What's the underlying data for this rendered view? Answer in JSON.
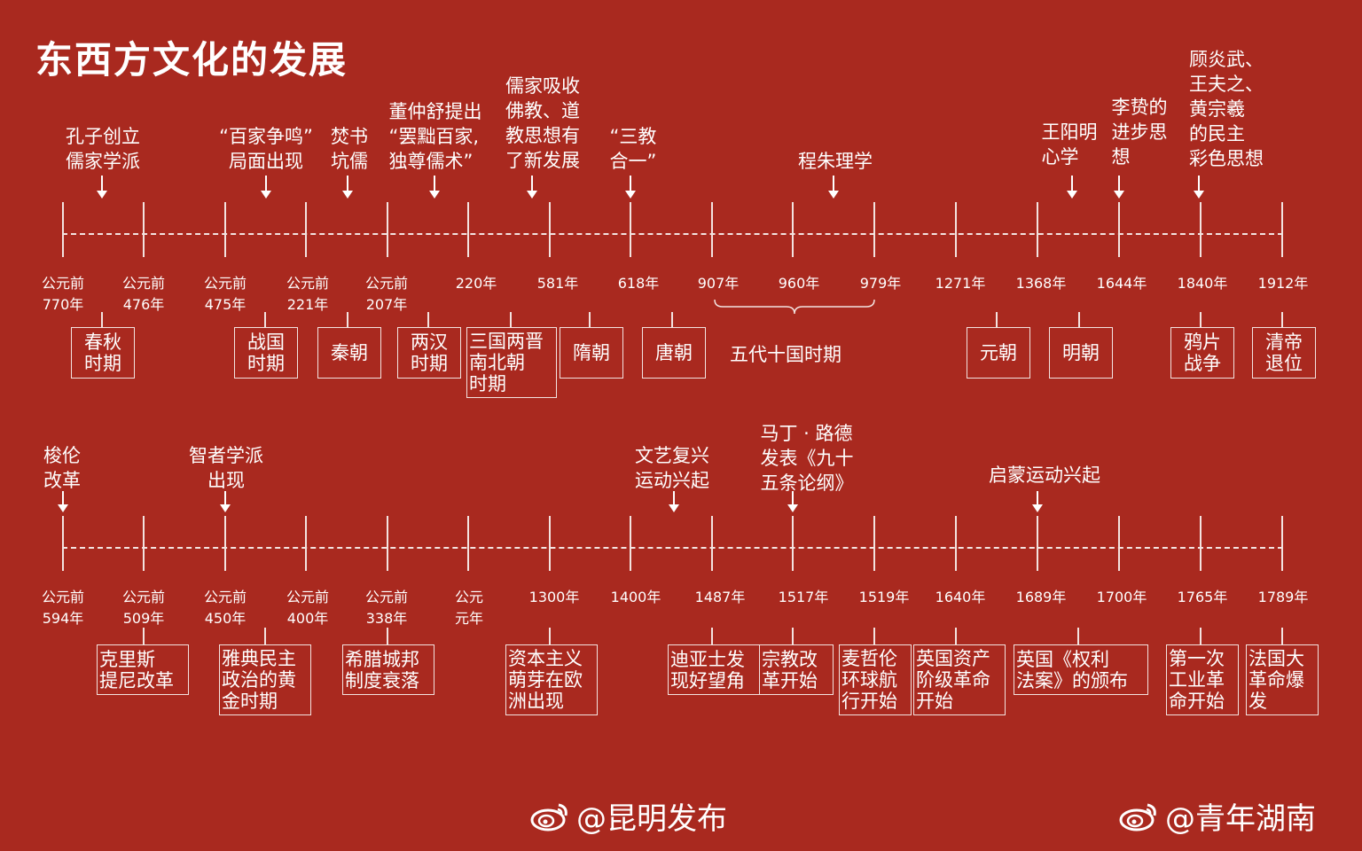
{
  "title": "东西方文化的发展",
  "east": {
    "events": [
      {
        "text": "孔子创立\n儒家学派"
      },
      {
        "text": "“百家争鸣”\n局面出现"
      },
      {
        "text": "焚书\n坑儒"
      },
      {
        "text": "董仲舒提出\n“罢黜百家,\n独尊儒术”"
      },
      {
        "text": "儒家吸收\n佛教、道\n教思想有\n了新发展"
      },
      {
        "text": "“三教\n合一”"
      },
      {
        "text": "程朱理学"
      },
      {
        "text": "王阳明\n心学"
      },
      {
        "text": "李贽的\n进步思\n想"
      },
      {
        "text": "顾炎武、\n王夫之、\n黄宗羲\n的民主\n彩色思想"
      }
    ],
    "dates": [
      "公元前\n770年",
      "公元前\n476年",
      "公元前\n475年",
      "公元前\n221年",
      "公元前\n207年",
      "220年",
      "581年",
      "618年",
      "907年",
      "960年",
      "979年",
      "1271年",
      "1368年",
      "1644年",
      "1840年",
      "1912年"
    ],
    "periods": [
      {
        "text": "春秋\n时期"
      },
      {
        "text": "战国\n时期"
      },
      {
        "text": "秦朝"
      },
      {
        "text": "两汉\n时期"
      },
      {
        "text": "三国两晋\n南北朝\n时期"
      },
      {
        "text": "隋朝"
      },
      {
        "text": "唐朝"
      },
      {
        "text": "五代十国时期"
      },
      {
        "text": "元朝"
      },
      {
        "text": "明朝"
      },
      {
        "text": "鸦片\n战争"
      },
      {
        "text": "清帝\n退位"
      }
    ]
  },
  "west": {
    "events": [
      {
        "text": "梭伦\n改革"
      },
      {
        "text": "智者学派\n出现"
      },
      {
        "text": "文艺复兴\n运动兴起"
      },
      {
        "text": "马丁 · 路德\n发表《九十\n五条论纲》"
      },
      {
        "text": "启蒙运动兴起"
      }
    ],
    "dates": [
      "公元前\n594年",
      "公元前\n509年",
      "公元前\n450年",
      "公元前\n400年",
      "公元前\n338年",
      "公元\n元年",
      "1300年",
      "1400年",
      "1487年",
      "1517年",
      "1519年",
      "1640年",
      "1689年",
      "1700年",
      "1765年",
      "1789年"
    ],
    "periods": [
      {
        "text": "克里斯\n提尼改革"
      },
      {
        "text": "雅典民主\n政治的黄\n金时期"
      },
      {
        "text": "希腊城邦\n制度衰落"
      },
      {
        "text": "资本主义\n萌芽在欧\n洲出现"
      },
      {
        "text": "迪亚士发\n现好望角"
      },
      {
        "text": "宗教改\n革开始"
      },
      {
        "text": "麦哲伦\n环球航\n行开始"
      },
      {
        "text": "英国资产\n阶级革命\n开始"
      },
      {
        "text": "英国《权利\n法案》的颁布"
      },
      {
        "text": "第一次\n工业革\n命开始"
      },
      {
        "text": "法国大\n革命爆\n发"
      }
    ]
  },
  "credits": [
    "@昆明发布",
    "@青年湖南"
  ],
  "icons": [
    "weibo-icon"
  ],
  "colors": {
    "background": "#a9291f",
    "foreground": "#ffffff"
  }
}
